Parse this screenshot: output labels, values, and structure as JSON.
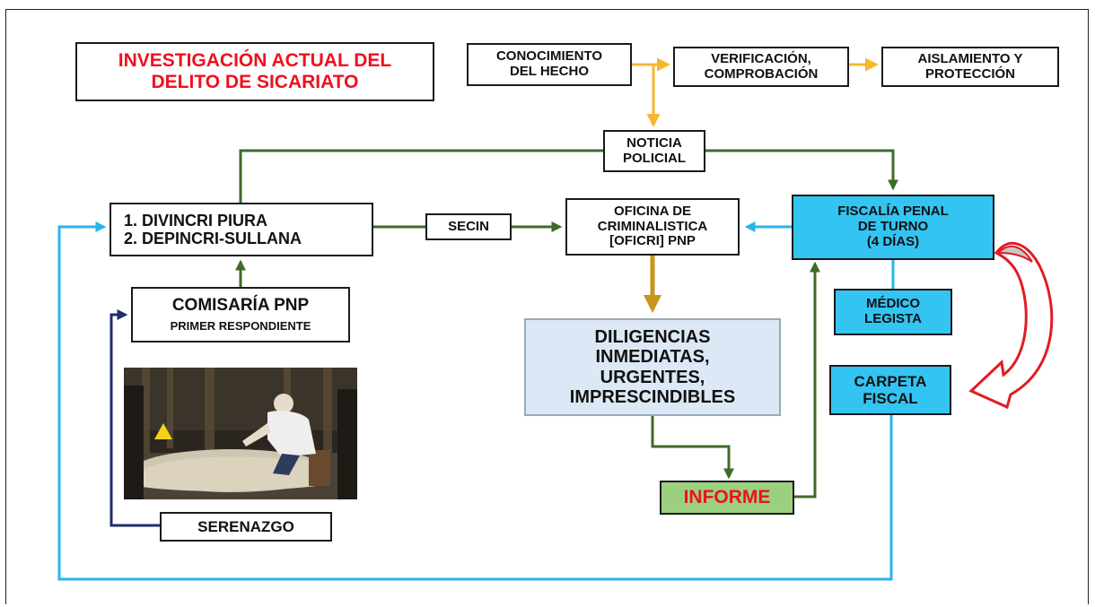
{
  "title": {
    "line1": "INVESTIGACIÓN ACTUAL DEL",
    "line2": "DELITO DE SICARIATO"
  },
  "nodes": {
    "conocimiento": "CONOCIMIENTO\nDEL HECHO",
    "verificacion": "VERIFICACIÓN,\nCOMPROBACIÓN",
    "aislamiento": "AISLAMIENTO Y\nPROTECCIÓN",
    "noticia": "NOTICIA\nPOLICIAL",
    "divincri_1": "1. DIVINCRI PIURA",
    "divincri_2": "2. DEPINCRI-SULLANA",
    "secin": "SECIN",
    "oficri": "OFICINA DE\nCRIMINALISTICA\n[OFICRI] PNP",
    "fiscalia": "FISCALÍA PENAL\nDE TURNO\n(4 DÍAS)",
    "comisaria_title": "COMISARÍA PNP",
    "comisaria_sub": "PRIMER RESPONDIENTE",
    "diligencias": "DILIGENCIAS\nINMEDIATAS,\nURGENTES,\nIMPRESCINDIBLES",
    "medico": "MÉDICO\nLEGISTA",
    "carpeta": "CARPETA\nFISCAL",
    "informe": "INFORME",
    "serenazgo": "SERENAZGO"
  },
  "colors": {
    "title_red": "#f0101e",
    "arrow_yellow": "#f7b731",
    "arrow_green": "#3f6a2a",
    "arrow_ochre": "#c9951a",
    "arrow_lightblue": "#27b4ea",
    "arrow_navy": "#1f2d6e",
    "box_blue": "#33c4f2",
    "box_paleblue": "#dce8f5",
    "box_green": "#9bd17e",
    "curved_arrow_red": "#e21b23"
  },
  "icons": {
    "photo": "crime-scene-photo"
  }
}
